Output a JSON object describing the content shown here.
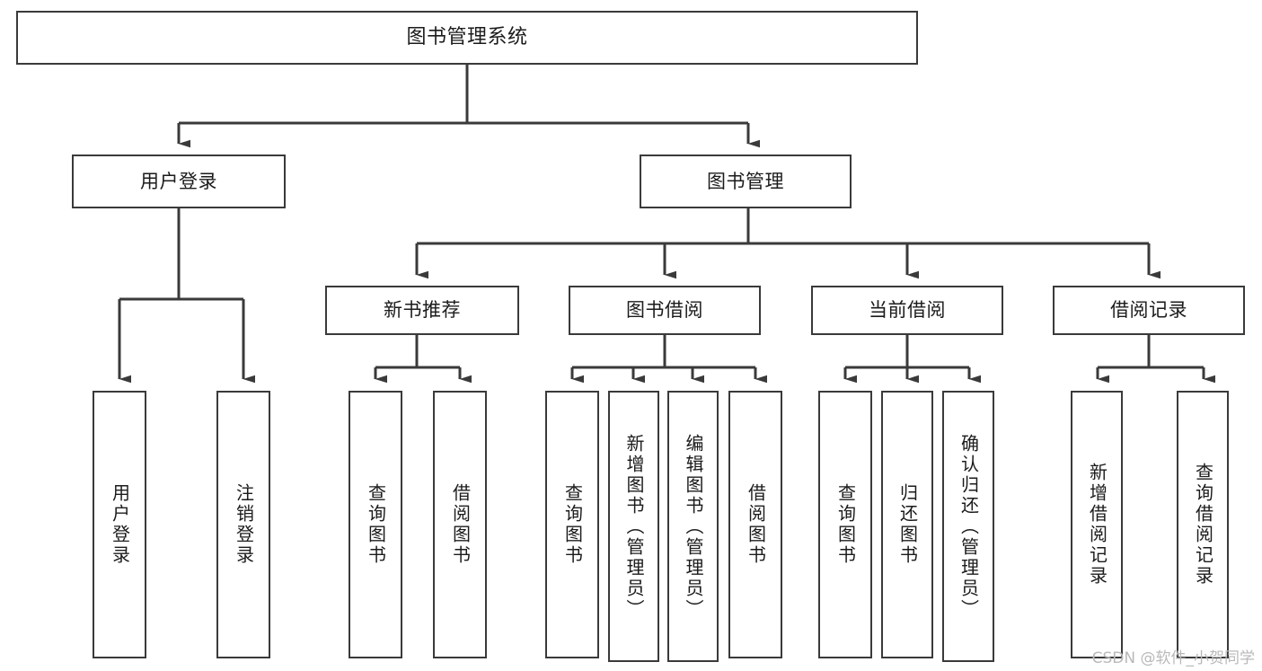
{
  "diagram": {
    "title": "图书管理系统",
    "type": "tree-hierarchy",
    "root": {
      "label": "图书管理系统"
    },
    "level1": [
      {
        "label": "用户登录"
      },
      {
        "label": "图书管理"
      }
    ],
    "level2": [
      {
        "label": "新书推荐"
      },
      {
        "label": "图书借阅"
      },
      {
        "label": "当前借阅"
      },
      {
        "label": "借阅记录"
      }
    ],
    "leaves": {
      "user_login": [
        {
          "label": "用户登录"
        },
        {
          "label": "注销登录"
        }
      ],
      "new_book_recommend": [
        {
          "label": "查询图书"
        },
        {
          "label": "借阅图书"
        }
      ],
      "book_borrow": [
        {
          "label": "查询图书"
        },
        {
          "label": "新增图书（管理员）"
        },
        {
          "label": "编辑图书（管理员）"
        },
        {
          "label": "借阅图书"
        }
      ],
      "current_borrow": [
        {
          "label": "查询图书"
        },
        {
          "label": "归还图书"
        },
        {
          "label": "确认归还（管理员）"
        }
      ],
      "borrow_record": [
        {
          "label": "新增借阅记录"
        },
        {
          "label": "查询借阅记录"
        }
      ]
    }
  },
  "watermark": {
    "text": "CSDN @软件_小贺同学"
  },
  "colors": {
    "border": "#3a3a3a",
    "background": "#ffffff",
    "text": "#1b1b1b",
    "watermark": "#b9b9b9"
  }
}
